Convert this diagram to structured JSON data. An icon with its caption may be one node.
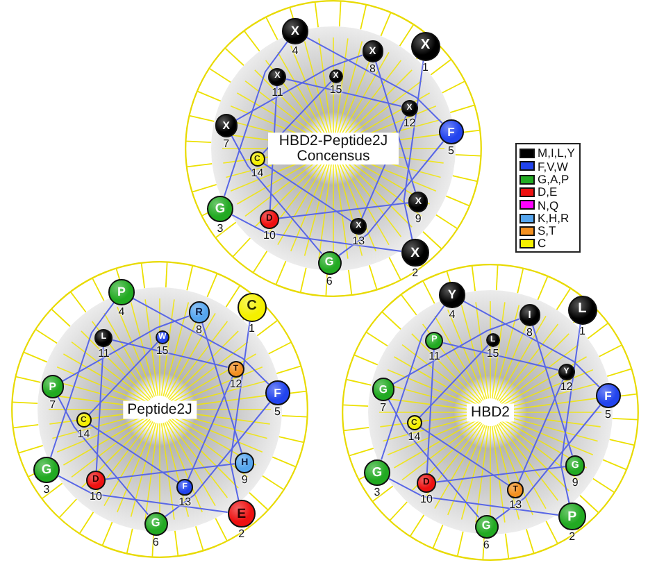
{
  "diagram": {
    "nodes": [
      {
        "text": [
          "HBD2-Peptide2J Concensus"
        ]
      },
      {
        "text": [
          "X"
        ],
        "beside": [
          "1"
        ],
        "in": 0
      },
      {
        "text": [
          "X"
        ],
        "beside": [
          "2"
        ],
        "in": 0
      },
      {
        "text": [
          "G"
        ],
        "beside": [
          "3"
        ],
        "in": 0
      },
      {
        "text": [
          "X"
        ],
        "beside": [
          "4"
        ],
        "in": 0
      },
      {
        "text": [
          "F"
        ],
        "beside": [
          "5"
        ],
        "in": 0
      },
      {
        "text": [
          "G"
        ],
        "beside": [
          "6"
        ],
        "in": 0
      },
      {
        "text": [
          "X"
        ],
        "beside": [
          "7"
        ],
        "in": 0
      },
      {
        "text": [
          "X"
        ],
        "beside": [
          "8"
        ],
        "in": 0
      },
      {
        "text": [
          "X"
        ],
        "beside": [
          "9"
        ],
        "in": 0
      },
      {
        "text": [
          "D"
        ],
        "beside": [
          "10"
        ],
        "in": 0
      },
      {
        "text": [
          "X"
        ],
        "beside": [
          "11"
        ],
        "in": 0
      },
      {
        "text": [
          "X"
        ],
        "beside": [
          "12"
        ],
        "in": 0
      },
      {
        "text": [
          "X"
        ],
        "beside": [
          "13"
        ],
        "in": 0
      },
      {
        "text": [
          "C"
        ],
        "beside": [
          "14"
        ],
        "in": 0
      },
      {
        "text": [
          "X"
        ],
        "beside": [
          "15"
        ],
        "in": 0
      },
      {
        "text": [
          "Peptide2J"
        ]
      },
      {
        "text": [
          "C"
        ],
        "beside": [
          "1"
        ],
        "in": 16
      },
      {
        "text": [
          "E"
        ],
        "beside": [
          "2"
        ],
        "in": 16
      },
      {
        "text": [
          "G"
        ],
        "beside": [
          "3"
        ],
        "in": 16
      },
      {
        "text": [
          "P"
        ],
        "beside": [
          "4"
        ],
        "in": 16
      },
      {
        "text": [
          "F"
        ],
        "beside": [
          "5"
        ],
        "in": 16
      },
      {
        "text": [
          "G"
        ],
        "beside": [
          "6"
        ],
        "in": 16
      },
      {
        "text": [
          "P"
        ],
        "beside": [
          "7"
        ],
        "in": 16
      },
      {
        "text": [
          "R"
        ],
        "beside": [
          "8"
        ],
        "in": 16
      },
      {
        "text": [
          "H"
        ],
        "beside": [
          "9"
        ],
        "in": 16
      },
      {
        "text": [
          "D"
        ],
        "beside": [
          "10"
        ],
        "in": 16
      },
      {
        "text": [
          "L"
        ],
        "beside": [
          "11"
        ],
        "in": 16
      },
      {
        "text": [
          "T"
        ],
        "beside": [
          "12"
        ],
        "in": 16
      },
      {
        "text": [
          "F"
        ],
        "beside": [
          "13"
        ],
        "in": 16
      },
      {
        "text": [
          "C"
        ],
        "beside": [
          "14"
        ],
        "in": 16
      },
      {
        "text": [
          "W"
        ],
        "beside": [
          "15"
        ],
        "in": 16
      },
      {
        "text": [
          "HBD2"
        ]
      },
      {
        "text": [
          "L"
        ],
        "beside": [
          "1"
        ],
        "in": 32
      },
      {
        "text": [
          "P"
        ],
        "beside": [
          "2"
        ],
        "in": 32
      },
      {
        "text": [
          "G"
        ],
        "beside": [
          "3"
        ],
        "in": 32
      },
      {
        "text": [
          "Y"
        ],
        "beside": [
          "4"
        ],
        "in": 32
      },
      {
        "text": [
          "F"
        ],
        "beside": [
          "5"
        ],
        "in": 32
      },
      {
        "text": [
          "G"
        ],
        "beside": [
          "6"
        ],
        "in": 32
      },
      {
        "text": [
          "G"
        ],
        "beside": [
          "7"
        ],
        "in": 32
      },
      {
        "text": [
          "I"
        ],
        "beside": [
          "8"
        ],
        "in": 32
      },
      {
        "text": [
          "G"
        ],
        "beside": [
          "9"
        ],
        "in": 32
      },
      {
        "text": [
          "D"
        ],
        "beside": [
          "10"
        ],
        "in": 32
      },
      {
        "text": [
          "P"
        ],
        "beside": [
          "11"
        ],
        "in": 32
      },
      {
        "text": [
          "Y"
        ],
        "beside": [
          "12"
        ],
        "in": 32
      },
      {
        "text": [
          "T"
        ],
        "beside": [
          "13"
        ],
        "in": 32
      },
      {
        "text": [
          "C"
        ],
        "beside": [
          "14"
        ],
        "in": 32
      },
      {
        "text": [
          "L"
        ],
        "beside": [
          "15"
        ],
        "in": 32
      }
    ],
    "edges": [
      {
        "from": 1,
        "to": 2,
        "arrow": "none"
      },
      {
        "from": 2,
        "to": 3,
        "arrow": "none"
      },
      {
        "from": 3,
        "to": 4,
        "arrow": "none"
      },
      {
        "from": 4,
        "to": 5,
        "arrow": "none"
      },
      {
        "from": 5,
        "to": 6,
        "arrow": "none"
      },
      {
        "from": 6,
        "to": 7,
        "arrow": "none"
      },
      {
        "from": 7,
        "to": 8,
        "arrow": "none"
      },
      {
        "from": 8,
        "to": 9,
        "arrow": "none"
      },
      {
        "from": 9,
        "to": 10,
        "arrow": "none"
      },
      {
        "from": 10,
        "to": 11,
        "arrow": "none"
      },
      {
        "from": 11,
        "to": 12,
        "arrow": "none"
      },
      {
        "from": 12,
        "to": 13,
        "arrow": "none"
      },
      {
        "from": 13,
        "to": 14,
        "arrow": "none"
      },
      {
        "from": 14,
        "to": 15,
        "arrow": "none"
      },
      {
        "from": 17,
        "to": 18,
        "arrow": "none"
      },
      {
        "from": 18,
        "to": 19,
        "arrow": "none"
      },
      {
        "from": 19,
        "to": 20,
        "arrow": "none"
      },
      {
        "from": 20,
        "to": 21,
        "arrow": "none"
      },
      {
        "from": 21,
        "to": 22,
        "arrow": "none"
      },
      {
        "from": 22,
        "to": 23,
        "arrow": "none"
      },
      {
        "from": 23,
        "to": 24,
        "arrow": "none"
      },
      {
        "from": 24,
        "to": 25,
        "arrow": "none"
      },
      {
        "from": 25,
        "to": 26,
        "arrow": "none"
      },
      {
        "from": 26,
        "to": 27,
        "arrow": "none"
      },
      {
        "from": 27,
        "to": 28,
        "arrow": "none"
      },
      {
        "from": 28,
        "to": 29,
        "arrow": "none"
      },
      {
        "from": 29,
        "to": 30,
        "arrow": "none"
      },
      {
        "from": 30,
        "to": 31,
        "arrow": "none"
      },
      {
        "from": 33,
        "to": 34,
        "arrow": "none"
      },
      {
        "from": 34,
        "to": 35,
        "arrow": "none"
      },
      {
        "from": 35,
        "to": 36,
        "arrow": "none"
      },
      {
        "from": 36,
        "to": 37,
        "arrow": "none"
      },
      {
        "from": 37,
        "to": 38,
        "arrow": "none"
      },
      {
        "from": 38,
        "to": 39,
        "arrow": "none"
      },
      {
        "from": 39,
        "to": 40,
        "arrow": "none"
      },
      {
        "from": 40,
        "to": 41,
        "arrow": "none"
      },
      {
        "from": 41,
        "to": 42,
        "arrow": "none"
      },
      {
        "from": 42,
        "to": 43,
        "arrow": "none"
      },
      {
        "from": 43,
        "to": 44,
        "arrow": "none"
      },
      {
        "from": 44,
        "to": 45,
        "arrow": "none"
      },
      {
        "from": 45,
        "to": 46,
        "arrow": "none"
      },
      {
        "from": 46,
        "to": 47,
        "arrow": "none"
      }
    ],
    "legend": [
      {
        "text": "M,I,L,Y",
        "color": "#000000"
      },
      {
        "text": "F,V,W",
        "color": "#2244ee"
      },
      {
        "text": "G,A,P",
        "color": "#22aa22"
      },
      {
        "text": "D,E",
        "color": "#ee1111"
      },
      {
        "text": "N,Q",
        "color": "#ff00ff"
      },
      {
        "text": "K,H,R",
        "color": "#55a5ee"
      },
      {
        "text": "S,T",
        "color": "#f39020"
      },
      {
        "text": "C",
        "color": "#f5f000"
      }
    ]
  }
}
